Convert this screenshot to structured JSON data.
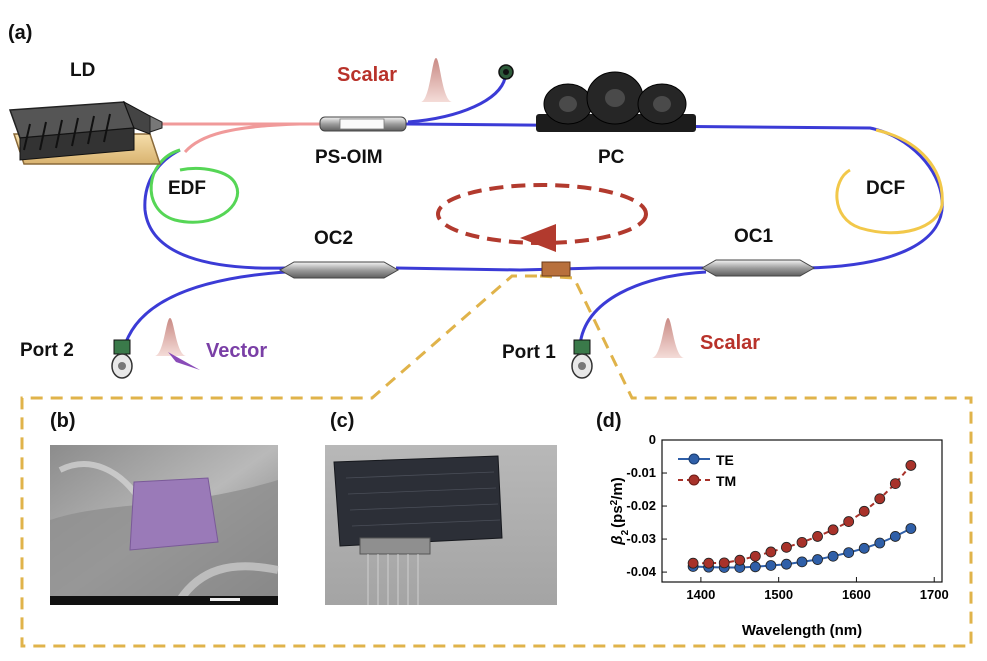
{
  "panels": {
    "a": "(a)",
    "b": "(b)",
    "c": "(c)",
    "d": "(d)"
  },
  "devices": {
    "ld": "LD",
    "ps_oim": "PS-OIM",
    "pc": "PC",
    "edf": "EDF",
    "dcf": "DCF",
    "oc2": "OC2",
    "oc1": "OC1",
    "port2": "Port 2",
    "port1": "Port 1"
  },
  "pulses": {
    "scalar_top": "Scalar",
    "scalar_bottom": "Scalar",
    "vector": "Vector"
  },
  "colors": {
    "fiber": "#3b3bd6",
    "ld_fiber": "#f09a9a",
    "edf": "#56d656",
    "dcf": "#f2c84a",
    "loop": "#b23a2e",
    "inset_border": "#e0b34a",
    "scalar_text": "#b8322a",
    "vector_text": "#7a3fa6",
    "te": "#2f5fa8",
    "tm": "#a8322a"
  },
  "chart_data": {
    "type": "line",
    "xlabel": "Wavelength (nm)",
    "ylabel_symbol": "β",
    "ylabel_sub": "2",
    "ylabel_unit": "(ps",
    "ylabel_sup": "2",
    "ylabel_tail": "/m)",
    "xticks": [
      "1400",
      "1500",
      "1600",
      "1700"
    ],
    "yticks": [
      "0",
      "-0.01",
      "-0.02",
      "-0.03",
      "-0.04"
    ],
    "xlim": [
      1350,
      1710
    ],
    "ylim": [
      -0.043,
      0
    ],
    "legend_position": "top-left",
    "series": [
      {
        "name": "TE",
        "color": "#2f5fa8",
        "dashed": false,
        "x": [
          1390,
          1410,
          1430,
          1450,
          1470,
          1490,
          1510,
          1530,
          1550,
          1570,
          1590,
          1610,
          1630,
          1650,
          1670
        ],
        "y": [
          -0.0383,
          -0.0385,
          -0.0386,
          -0.0386,
          -0.0384,
          -0.038,
          -0.0376,
          -0.0369,
          -0.0362,
          -0.0352,
          -0.0341,
          -0.0328,
          -0.0312,
          -0.0292,
          -0.0268
        ]
      },
      {
        "name": "TM",
        "color": "#a8322a",
        "dashed": true,
        "x": [
          1390,
          1410,
          1430,
          1450,
          1470,
          1490,
          1510,
          1530,
          1550,
          1570,
          1590,
          1610,
          1630,
          1650,
          1670
        ],
        "y": [
          -0.0373,
          -0.0373,
          -0.0372,
          -0.0364,
          -0.0352,
          -0.0339,
          -0.0325,
          -0.031,
          -0.0292,
          -0.0272,
          -0.0247,
          -0.0216,
          -0.0178,
          -0.0132,
          -0.0077
        ]
      }
    ]
  }
}
